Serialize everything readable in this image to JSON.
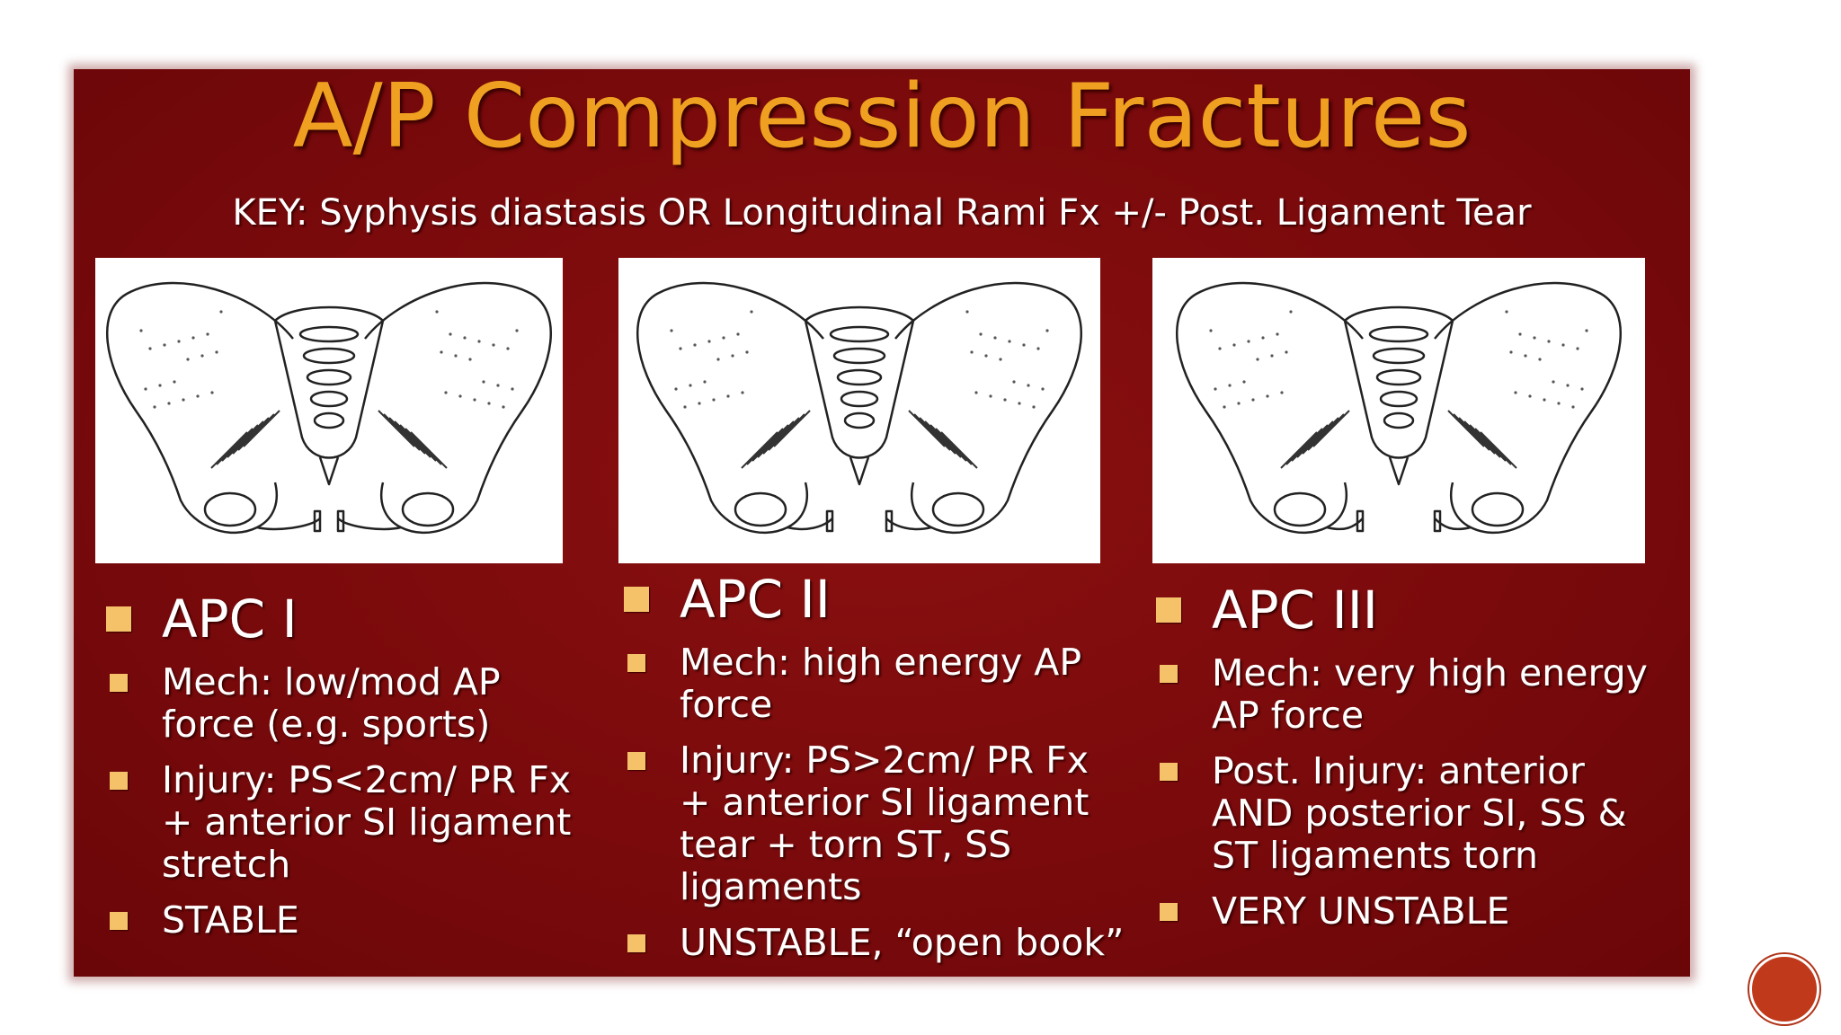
{
  "slide": {
    "title": "A/P Compression Fractures",
    "key": "KEY: Syphysis diastasis OR Longitudinal Rami Fx +/- Post. Ligament Tear",
    "columns": [
      {
        "heading": "APC I",
        "image": "pelvis-apc1-illustration",
        "bullets": [
          "Mech: low/mod AP force  (e.g. sports)",
          "Injury: PS<2cm/ PR Fx  + anterior SI ligament stretch",
          "STABLE"
        ]
      },
      {
        "heading": "APC II",
        "image": "pelvis-apc2-illustration",
        "bullets": [
          "Mech: high energy AP force",
          "Injury: PS>2cm/ PR Fx + anterior SI ligament tear + torn ST, SS ligaments",
          "UNSTABLE, “open book”"
        ]
      },
      {
        "heading": "APC III",
        "image": "pelvis-apc3-illustration",
        "bullets": [
          "Mech: very high energy AP force",
          "Post. Injury: anterior AND posterior SI, SS & ST ligaments torn",
          "VERY UNSTABLE"
        ]
      }
    ]
  },
  "colors": {
    "background": "#7a0a0c",
    "title": "#f0a020",
    "bullet": "#f5c26a",
    "nav": "#c0391b"
  }
}
